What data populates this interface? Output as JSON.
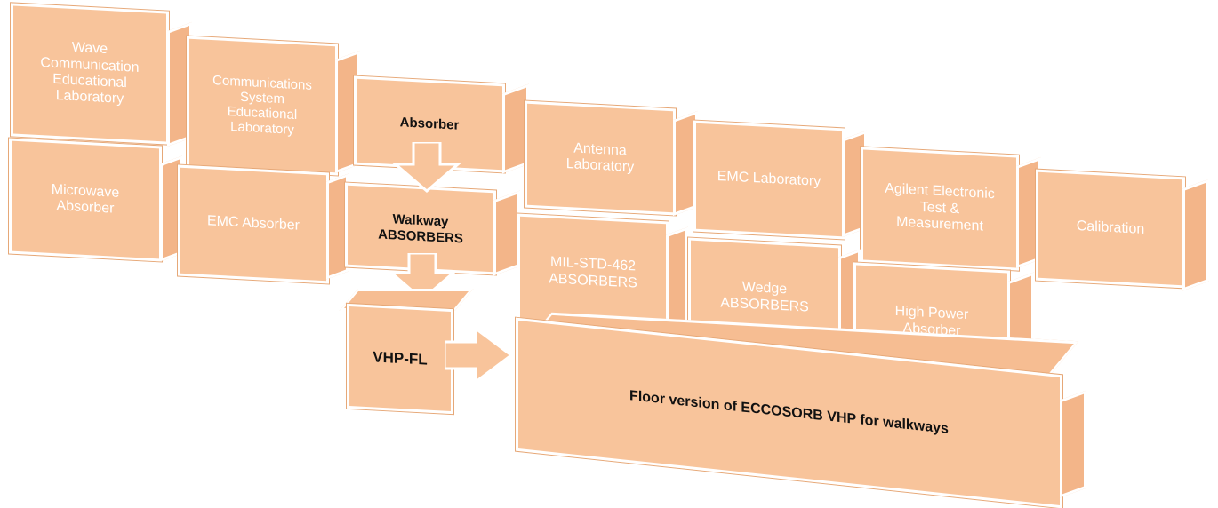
{
  "diagram": {
    "row1": [
      {
        "id": "wave-comm",
        "text": "Wave\nCommunication\nEducational\nLaboratory"
      },
      {
        "id": "comm-system",
        "text": "Communications\nSystem\nEducational\nLaboratory"
      },
      {
        "id": "absorber",
        "text": "Absorber"
      }
    ],
    "row2": [
      {
        "id": "microwave-absorber",
        "text": "Microwave\nAbsorber"
      },
      {
        "id": "emc-absorber",
        "text": "EMC Absorber"
      },
      {
        "id": "walkway-absorbers",
        "text": "Walkway\nABSORBERS"
      }
    ],
    "labs": [
      {
        "id": "antenna-lab",
        "text": "Antenna\nLaboratory"
      },
      {
        "id": "emc-lab",
        "text": "EMC Laboratory"
      },
      {
        "id": "agilent",
        "text": "Agilent Electronic\nTest &\nMeasurement"
      },
      {
        "id": "calibration",
        "text": "Calibration"
      }
    ],
    "walkway_types": [
      {
        "id": "mil-std",
        "text": "MIL-STD-462\nABSORBERS"
      },
      {
        "id": "wedge",
        "text": "Wedge\nABSORBERS"
      },
      {
        "id": "high-power",
        "text": "High Power\nAbsorber"
      }
    ],
    "vhp": {
      "text": "VHP-FL"
    },
    "floor": {
      "text": "Floor version of ECCOSORB VHP for walkways"
    }
  },
  "colors": {
    "box": "#f8c49b",
    "faded_text": "#ffffff",
    "bold_text": "#111111"
  }
}
